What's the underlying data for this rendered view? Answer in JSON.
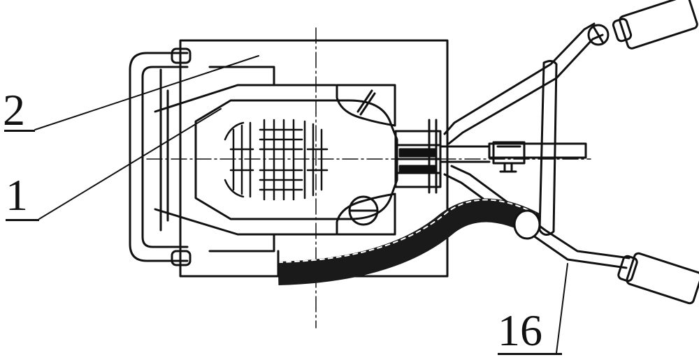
{
  "labels": {
    "part_2": "2",
    "part_1": "1",
    "part_16": "16"
  },
  "colors": {
    "line": "#111111",
    "background": "#ffffff",
    "hose": "#1a1a1a"
  }
}
